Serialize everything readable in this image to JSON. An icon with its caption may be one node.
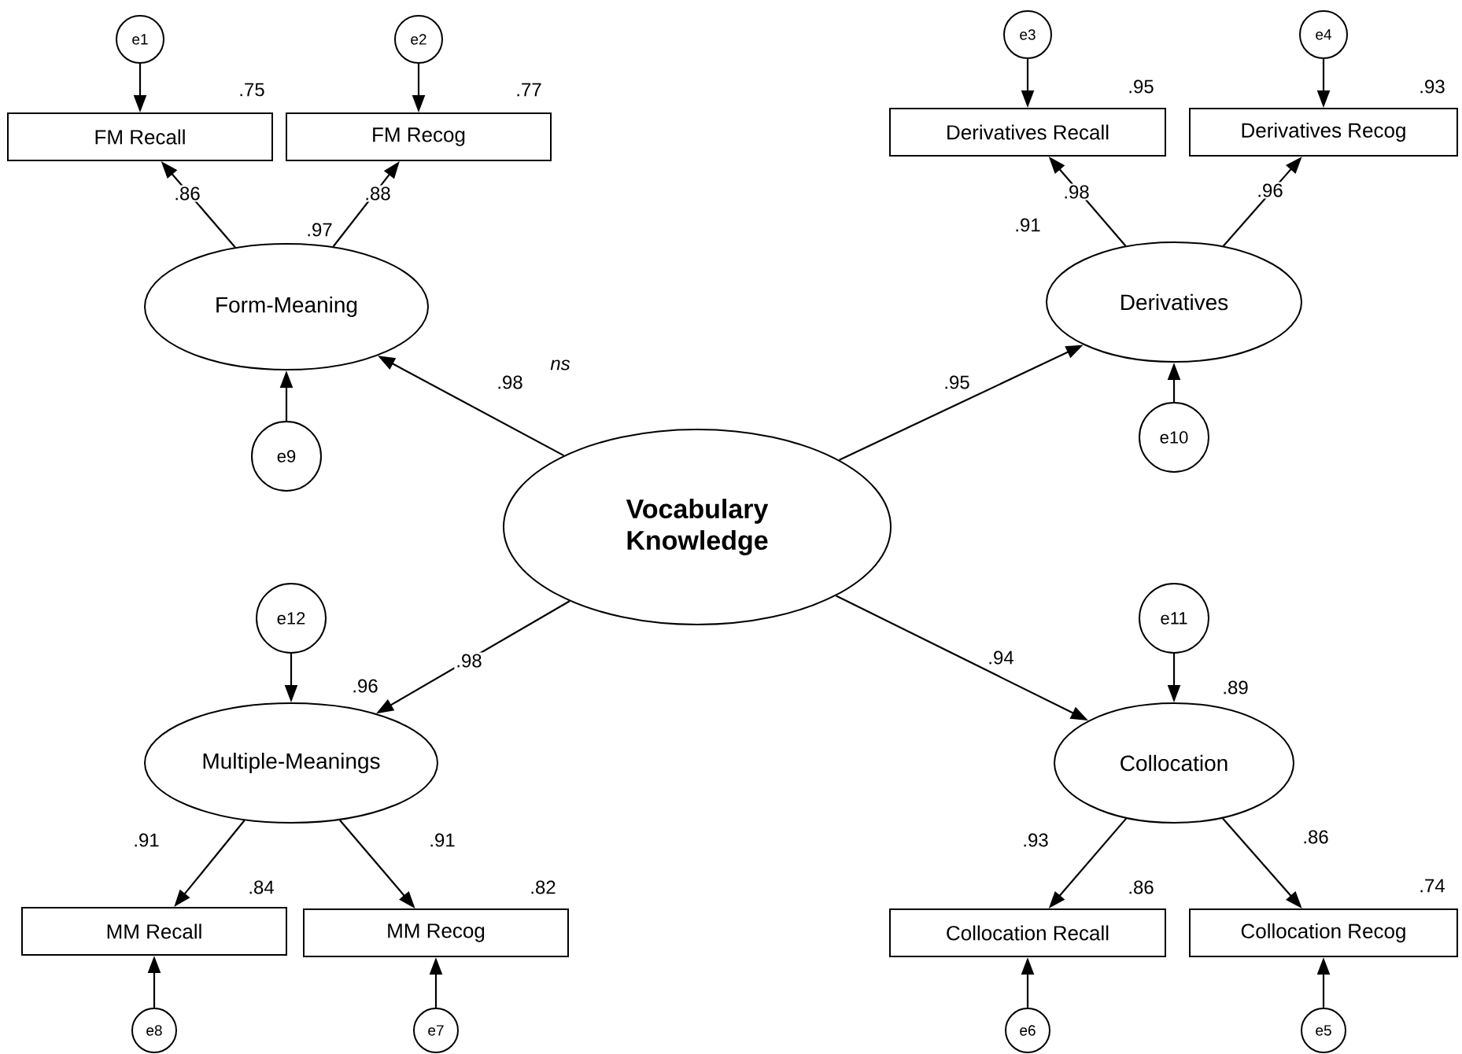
{
  "diagram": {
    "nodes": [
      {
        "text": [
          "Vocabulary Knowledge"
        ]
      },
      {
        "text": [
          "Form-Meaning"
        ],
        "beside": [
          ".97"
        ]
      },
      {
        "text": [
          "FM Recall"
        ],
        "beside": [
          ".75"
        ]
      },
      {
        "text": [
          "FM Recog"
        ],
        "beside": [
          ".77"
        ]
      },
      {
        "text": [
          "e1"
        ]
      },
      {
        "text": [
          "e2"
        ]
      },
      {
        "text": [
          "e9"
        ]
      },
      {
        "text": [
          "Derivatives"
        ],
        "beside": [
          ".91"
        ]
      },
      {
        "text": [
          "Derivatives Recall"
        ],
        "beside": [
          ".95"
        ]
      },
      {
        "text": [
          "Derivatives Recog"
        ],
        "beside": [
          ".93"
        ]
      },
      {
        "text": [
          "e3"
        ]
      },
      {
        "text": [
          "e4"
        ]
      },
      {
        "text": [
          "e10"
        ]
      },
      {
        "text": [
          "Multiple-Meanings"
        ],
        "beside": [
          ".96"
        ]
      },
      {
        "text": [
          "MM Recall"
        ],
        "beside": [
          ".84"
        ]
      },
      {
        "text": [
          "MM Recog"
        ],
        "beside": [
          ".82"
        ]
      },
      {
        "text": [
          "e12"
        ]
      },
      {
        "text": [
          "e8"
        ]
      },
      {
        "text": [
          "e7"
        ]
      },
      {
        "text": [
          "Collocation"
        ],
        "beside": [
          ".89"
        ]
      },
      {
        "text": [
          "Collocation Recall"
        ],
        "beside": [
          ".86"
        ]
      },
      {
        "text": [
          "Collocation Recog"
        ],
        "beside": [
          ".74"
        ]
      },
      {
        "text": [
          "e11"
        ]
      },
      {
        "text": [
          "e6"
        ]
      },
      {
        "text": [
          "e5"
        ]
      }
    ],
    "edges": [
      {
        "from": 0,
        "to": 1,
        "arrow": "to",
        "label": ".98"
      },
      {
        "from": 0,
        "to": 7,
        "arrow": "to",
        "label": ".95"
      },
      {
        "from": 0,
        "to": 13,
        "arrow": "to",
        "label": ".98"
      },
      {
        "from": 0,
        "to": 19,
        "arrow": "to",
        "label": ".94"
      },
      {
        "from": 1,
        "to": 2,
        "arrow": "to",
        "label": ".86"
      },
      {
        "from": 1,
        "to": 3,
        "arrow": "to",
        "label": ".88"
      },
      {
        "from": 4,
        "to": 2,
        "arrow": "to"
      },
      {
        "from": 5,
        "to": 3,
        "arrow": "to"
      },
      {
        "from": 6,
        "to": 1,
        "arrow": "to"
      },
      {
        "from": 7,
        "to": 8,
        "arrow": "to",
        "label": ".98"
      },
      {
        "from": 7,
        "to": 9,
        "arrow": "to",
        "label": ".96"
      },
      {
        "from": 10,
        "to": 8,
        "arrow": "to"
      },
      {
        "from": 11,
        "to": 9,
        "arrow": "to"
      },
      {
        "from": 12,
        "to": 7,
        "arrow": "to"
      },
      {
        "from": 13,
        "to": 14,
        "arrow": "to",
        "label": ".91"
      },
      {
        "from": 13,
        "to": 15,
        "arrow": "to",
        "label": ".91"
      },
      {
        "from": 16,
        "to": 13,
        "arrow": "to"
      },
      {
        "from": 17,
        "to": 14,
        "arrow": "to"
      },
      {
        "from": 18,
        "to": 15,
        "arrow": "to"
      },
      {
        "from": 19,
        "to": 20,
        "arrow": "to",
        "label": ".93"
      },
      {
        "from": 19,
        "to": 21,
        "arrow": "to",
        "label": ".86"
      },
      {
        "from": 22,
        "to": 19,
        "arrow": "to"
      },
      {
        "from": 23,
        "to": 20,
        "arrow": "to"
      },
      {
        "from": 24,
        "to": 21,
        "arrow": "to"
      }
    ],
    "labels": [
      "ns"
    ]
  }
}
